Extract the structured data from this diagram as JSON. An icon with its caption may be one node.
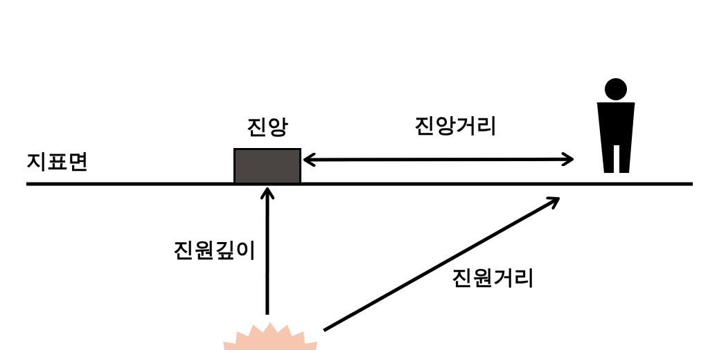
{
  "diagram": {
    "nodes": [
      {
        "text": [
          "진앙"
        ]
      },
      {
        "text": [],
        "shape": "person"
      },
      {
        "text": [],
        "shape": "burst"
      }
    ],
    "edges": [
      {
        "from": 0,
        "to": 1,
        "arrow": "both",
        "label": "진앙거리"
      },
      {
        "from": 2,
        "to": 0,
        "arrow": "to",
        "label": "진원깊이"
      },
      {
        "from": 2,
        "to": null,
        "arrow": "to",
        "label": "진원거리"
      }
    ],
    "labels": [
      "지표면"
    ]
  }
}
